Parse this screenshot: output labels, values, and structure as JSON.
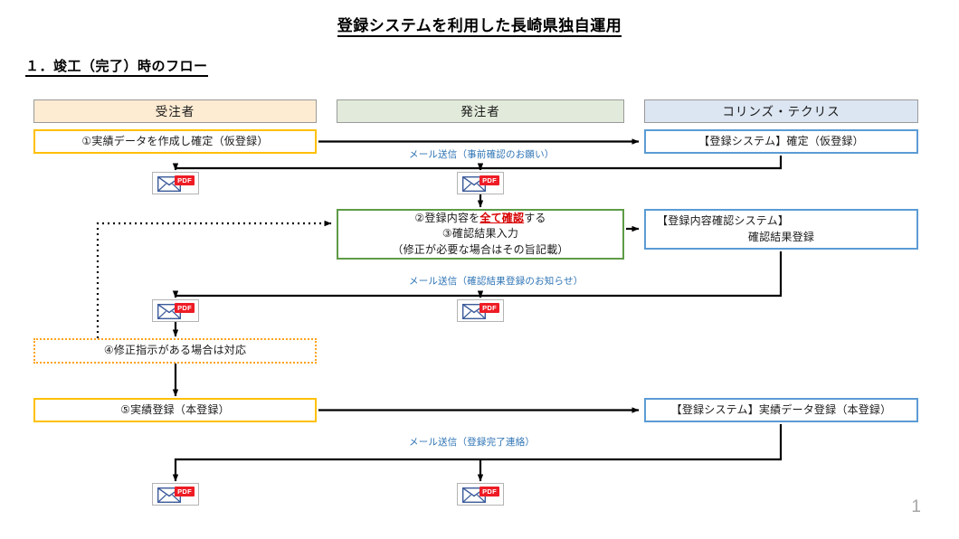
{
  "document": {
    "title": "登録システムを利用した長崎県独自運用",
    "section_title": "１．竣工（完了）時のフロー",
    "page_number": "1"
  },
  "columns": [
    {
      "id": "contractor",
      "label": "受注者",
      "fill": "#fdebd2"
    },
    {
      "id": "client",
      "label": "発注者",
      "fill": "#e2ebdb"
    },
    {
      "id": "corins_tecris",
      "label": "コリンズ・テクリス",
      "fill": "#dce6f2"
    }
  ],
  "boxes": {
    "step1": {
      "text": "①実績データを作成し確定（仮登録）",
      "accent": "#ffc000"
    },
    "system1": {
      "text": "【登録システム】確定（仮登録）",
      "accent": "#5b9bd5"
    },
    "step23": {
      "line1_a": "②登録内容を",
      "line1_b": "全て確認",
      "line1_c": "する",
      "line2": "③確認結果入力",
      "line3": "（修正が必要な場合はその旨記載）",
      "accent": "#5e9b46",
      "highlight_color": "#d80000"
    },
    "system2": {
      "line1": "【登録内容確認システム】",
      "line2": "確認結果登録",
      "accent": "#5b9bd5"
    },
    "step4": {
      "text": "④修正指示がある場合は対応",
      "accent": "#ffa319"
    },
    "step5": {
      "text": "⑤実績登録（本登録）",
      "accent": "#ffc000"
    },
    "system3": {
      "text": "【登録システム】実績データ登録（本登録）",
      "accent": "#5b9bd5"
    }
  },
  "flow_labels": {
    "mail1": "メール送信（事前確認のお願い）",
    "mail2": "メール送信（確認結果登録のお知らせ）",
    "mail3": "メール送信（登録完了連絡）"
  },
  "mail_icon": {
    "badge": "PDF",
    "badge_color": "#ee1c25"
  }
}
